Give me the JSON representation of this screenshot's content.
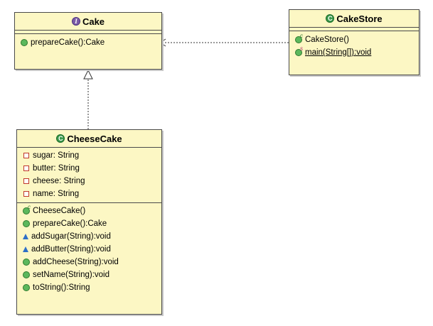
{
  "classes": {
    "cake": {
      "name": "Cake",
      "icon": "interface-icon",
      "methods": [
        {
          "visibility": "public",
          "text": "prepareCake():Cake"
        }
      ]
    },
    "cakestore": {
      "name": "CakeStore",
      "icon": "class-icon",
      "methods": [
        {
          "visibility": "public",
          "modifier": "c",
          "text": "CakeStore()"
        },
        {
          "visibility": "public",
          "modifier": "s",
          "text": "main(String[]):void",
          "underline": true
        }
      ]
    },
    "cheesecake": {
      "name": "CheeseCake",
      "icon": "class-icon",
      "fields": [
        {
          "visibility": "private",
          "text": "sugar: String"
        },
        {
          "visibility": "private",
          "text": "butter: String"
        },
        {
          "visibility": "private",
          "text": "cheese: String"
        },
        {
          "visibility": "private",
          "text": "name: String"
        }
      ],
      "methods": [
        {
          "visibility": "public",
          "modifier": "c",
          "text": "CheeseCake()"
        },
        {
          "visibility": "public",
          "text": "prepareCake():Cake"
        },
        {
          "visibility": "protected",
          "text": "addSugar(String):void"
        },
        {
          "visibility": "protected",
          "text": "addButter(String):void"
        },
        {
          "visibility": "public",
          "text": "addCheese(String):void"
        },
        {
          "visibility": "public",
          "text": "setName(String):void"
        },
        {
          "visibility": "public",
          "text": "toString():String"
        }
      ]
    }
  },
  "relations": [
    {
      "type": "dependency",
      "from": "CakeStore",
      "to": "Cake",
      "style": "dashed-open-arrow"
    },
    {
      "type": "realization",
      "from": "CheeseCake",
      "to": "Cake",
      "style": "dashed-hollow-triangle"
    }
  ],
  "colors": {
    "class_fill": "#fcf7c4",
    "border": "#4a4a4a",
    "public": "#5cb85c",
    "private": "#c0392b",
    "protected": "#2e6fc7",
    "class_icon": "#3a9a4a",
    "interface_icon": "#7a5aa6"
  }
}
